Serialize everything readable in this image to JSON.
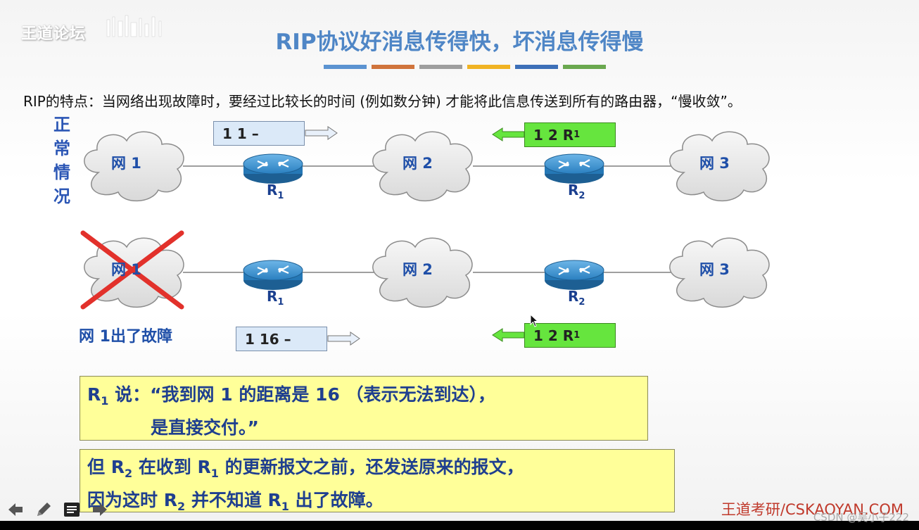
{
  "logo": {
    "text": "王道论坛"
  },
  "title": "RIP协议好消息传得快，坏消息传得慢",
  "color_bar": [
    "#5b93d1",
    "#d0743c",
    "#9e9e9e",
    "#f0b323",
    "#3d6fb8",
    "#6aa84f"
  ],
  "description": "RIP的特点：当网络出现故障时，要经过比较长的时间 (例如数分钟) 才能将此信息传送到所有的路由器，“慢收敛”。",
  "normal": {
    "label": "正常情况",
    "networks": [
      "网 1",
      "网 2",
      "网 3"
    ],
    "routers": [
      {
        "name": "R",
        "sub": "1"
      },
      {
        "name": "R",
        "sub": "2"
      }
    ],
    "r1_msg": "1  1  –",
    "r2_msg": {
      "text": "1  2  R",
      "sub": "1"
    }
  },
  "fault": {
    "networks": [
      "网 1",
      "网 2",
      "网 3"
    ],
    "routers": [
      {
        "name": "R",
        "sub": "1"
      },
      {
        "name": "R",
        "sub": "2"
      }
    ],
    "label": "网 1出了故障",
    "r1_msg": "1  16  –",
    "r2_msg": {
      "text": "1  2  R",
      "sub": "1"
    }
  },
  "quote_box": {
    "speaker": "R",
    "speaker_sub": "1",
    "line1": " 说：“我到网 1 的距离是 16 （表示无法到达），",
    "line2": "是直接交付。”"
  },
  "note_box": {
    "p1": "但 R",
    "p1_sub": "2",
    "p2": " 在收到 R",
    "p2_sub": "1",
    "p3": " 的更新报文之前，还发送原来的报文，",
    "p4": "因为这时  R",
    "p4_sub": "2",
    "p5": " 并不知道  R",
    "p5_sub": "1",
    "p6": " 出了故障。"
  },
  "footer": "王道考研/CSKAOYAN.COM",
  "watermark": "CSDN @吴小子222",
  "toolbar": [
    "back-icon",
    "pen-icon",
    "menu-icon",
    "forward-icon"
  ]
}
